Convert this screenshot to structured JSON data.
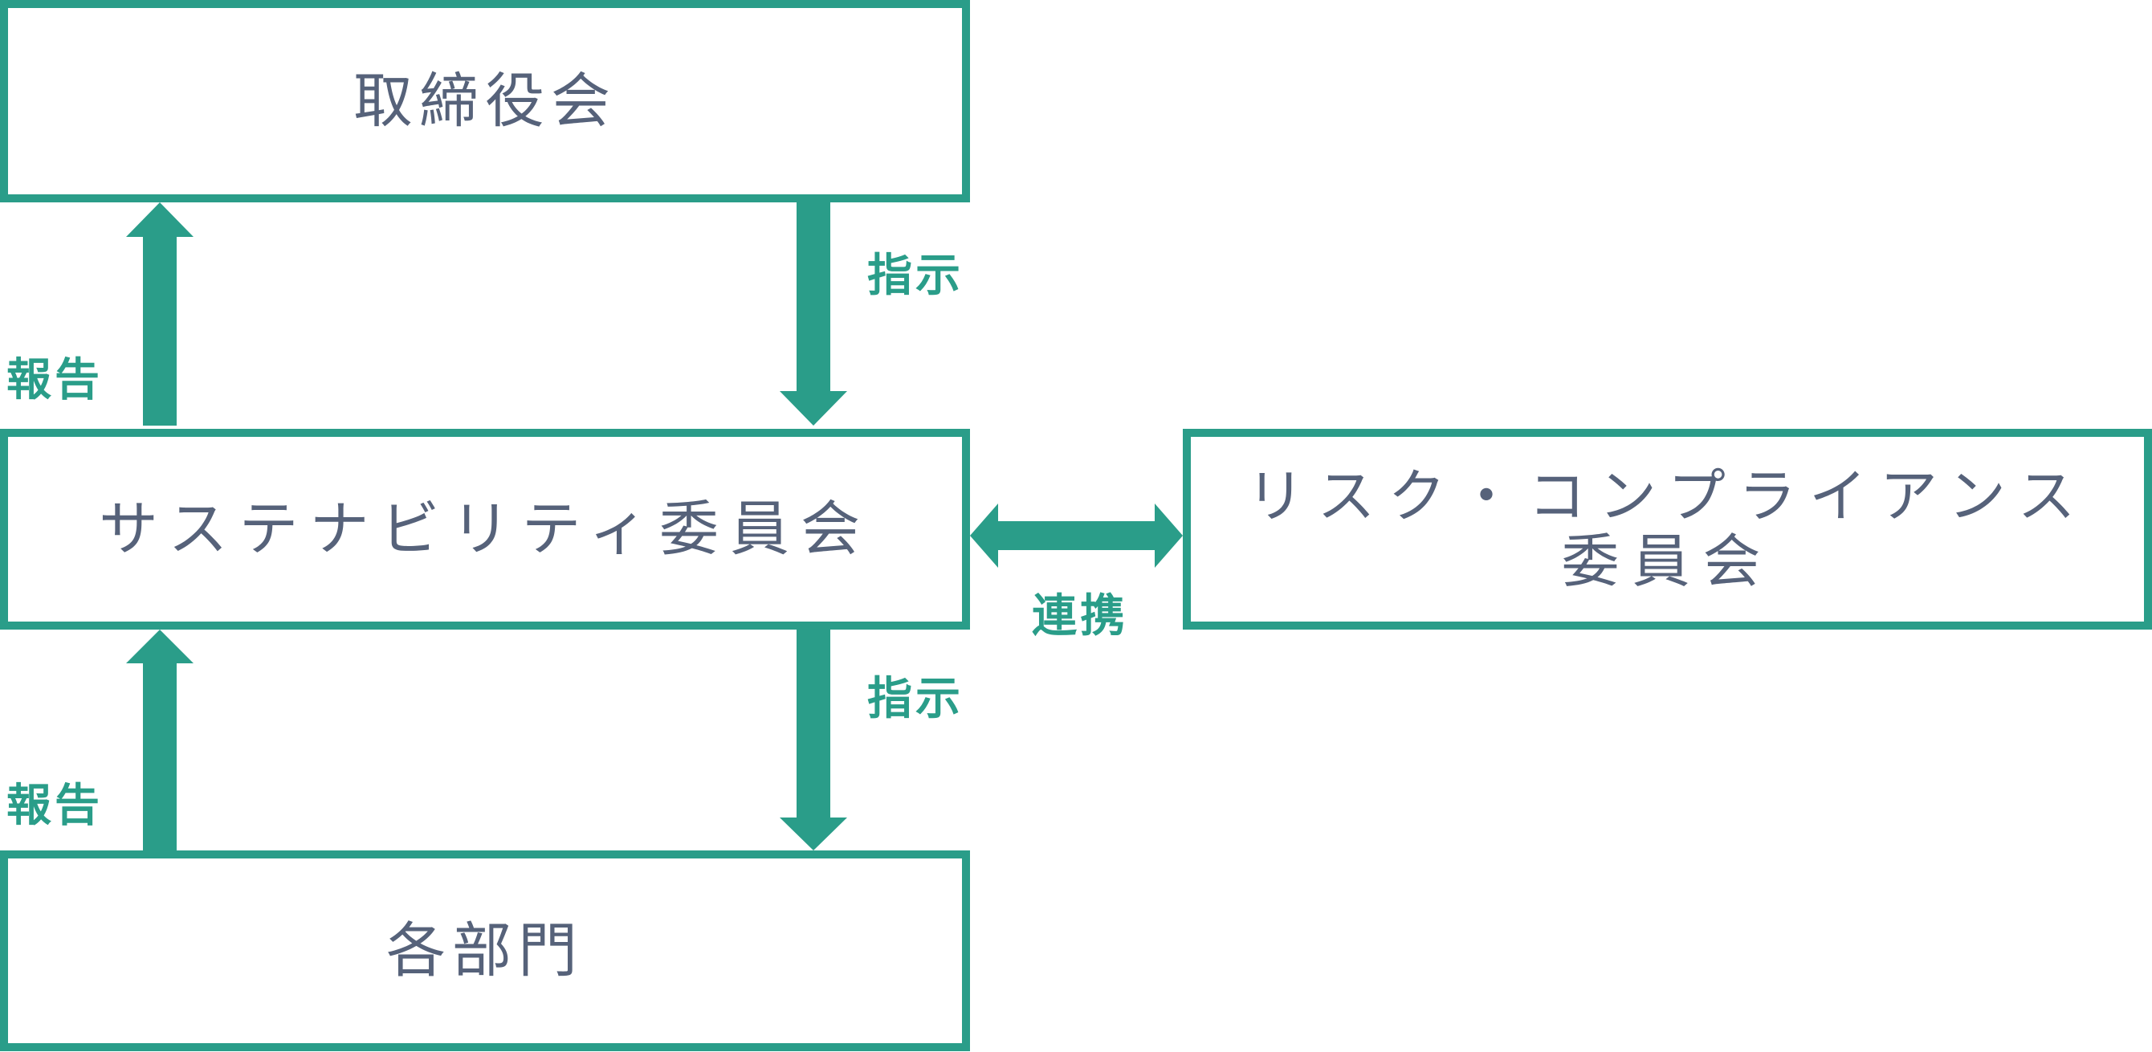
{
  "diagram": {
    "accent_color": "#2a9d89",
    "text_color": "#56627a",
    "nodes": {
      "board": "取締役会",
      "sustainability_committee": "サステナビリティ委員会",
      "departments": "各部門",
      "risk_compliance_committee": {
        "line1": "リスク・コンプライアンス",
        "line2": "委員会"
      }
    },
    "edges": {
      "report_upper": "報告",
      "instruct_upper": "指示",
      "report_lower": "報告",
      "instruct_lower": "指示",
      "collaboration": "連携"
    }
  }
}
